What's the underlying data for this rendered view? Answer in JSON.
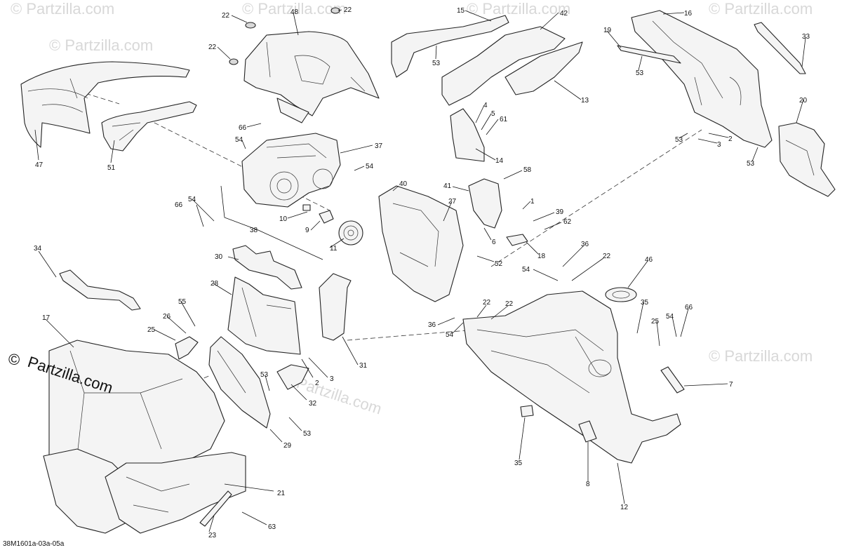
{
  "watermark": {
    "text": "© Partzilla.com",
    "text_corner": "©",
    "text_line2": "Partzilla.com"
  },
  "diagram_code": "38M1601a-03a-05a",
  "callouts": [
    {
      "id": "c47",
      "label": "47"
    },
    {
      "id": "c51",
      "label": "51"
    },
    {
      "id": "c22a",
      "label": "22"
    },
    {
      "id": "c48",
      "label": "48"
    },
    {
      "id": "c22b",
      "label": "22"
    },
    {
      "id": "c22c",
      "label": "22"
    },
    {
      "id": "c66a",
      "label": "66"
    },
    {
      "id": "c54a",
      "label": "54"
    },
    {
      "id": "c37",
      "label": "37"
    },
    {
      "id": "c54b",
      "label": "54"
    },
    {
      "id": "c66b",
      "label": "66"
    },
    {
      "id": "c54c",
      "label": "54"
    },
    {
      "id": "c10",
      "label": "10"
    },
    {
      "id": "c9",
      "label": "9"
    },
    {
      "id": "c11",
      "label": "11"
    },
    {
      "id": "c38",
      "label": "38"
    },
    {
      "id": "c34",
      "label": "34"
    },
    {
      "id": "c30",
      "label": "30"
    },
    {
      "id": "c28",
      "label": "28"
    },
    {
      "id": "c31",
      "label": "31"
    },
    {
      "id": "c55",
      "label": "55"
    },
    {
      "id": "c26",
      "label": "26"
    },
    {
      "id": "c25a",
      "label": "25"
    },
    {
      "id": "c17",
      "label": "17"
    },
    {
      "id": "c2a",
      "label": "2"
    },
    {
      "id": "c3a",
      "label": "3"
    },
    {
      "id": "c53a",
      "label": "53"
    },
    {
      "id": "c32",
      "label": "32"
    },
    {
      "id": "c53b",
      "label": "53"
    },
    {
      "id": "c29",
      "label": "29"
    },
    {
      "id": "c21",
      "label": "21"
    },
    {
      "id": "c23",
      "label": "23"
    },
    {
      "id": "c63",
      "label": "63"
    },
    {
      "id": "c15",
      "label": "15"
    },
    {
      "id": "c42",
      "label": "42"
    },
    {
      "id": "c53c",
      "label": "53"
    },
    {
      "id": "c13",
      "label": "13"
    },
    {
      "id": "c4",
      "label": "4"
    },
    {
      "id": "c5",
      "label": "5"
    },
    {
      "id": "c61",
      "label": "61"
    },
    {
      "id": "c14",
      "label": "14"
    },
    {
      "id": "c58",
      "label": "58"
    },
    {
      "id": "c41",
      "label": "41"
    },
    {
      "id": "c40",
      "label": "40"
    },
    {
      "id": "c27",
      "label": "27"
    },
    {
      "id": "c1",
      "label": "1"
    },
    {
      "id": "c39",
      "label": "39"
    },
    {
      "id": "c62",
      "label": "62"
    },
    {
      "id": "c6",
      "label": "6"
    },
    {
      "id": "c18",
      "label": "18"
    },
    {
      "id": "c52",
      "label": "52"
    },
    {
      "id": "c36a",
      "label": "36"
    },
    {
      "id": "c22d",
      "label": "22"
    },
    {
      "id": "c46",
      "label": "46"
    },
    {
      "id": "c54d",
      "label": "54"
    },
    {
      "id": "c22e",
      "label": "22"
    },
    {
      "id": "c22f",
      "label": "22"
    },
    {
      "id": "c36b",
      "label": "36"
    },
    {
      "id": "c54e",
      "label": "54"
    },
    {
      "id": "c35a",
      "label": "35"
    },
    {
      "id": "c25b",
      "label": "25"
    },
    {
      "id": "c54f",
      "label": "54"
    },
    {
      "id": "c66c",
      "label": "66"
    },
    {
      "id": "c7",
      "label": "7"
    },
    {
      "id": "c35b",
      "label": "35"
    },
    {
      "id": "c8",
      "label": "8"
    },
    {
      "id": "c12",
      "label": "12"
    },
    {
      "id": "c16",
      "label": "16"
    },
    {
      "id": "c19",
      "label": "19"
    },
    {
      "id": "c53d",
      "label": "53"
    },
    {
      "id": "c33",
      "label": "33"
    },
    {
      "id": "c20",
      "label": "20"
    },
    {
      "id": "c53e",
      "label": "53"
    },
    {
      "id": "c2b",
      "label": "2"
    },
    {
      "id": "c3b",
      "label": "3"
    },
    {
      "id": "c53f",
      "label": "53"
    }
  ]
}
